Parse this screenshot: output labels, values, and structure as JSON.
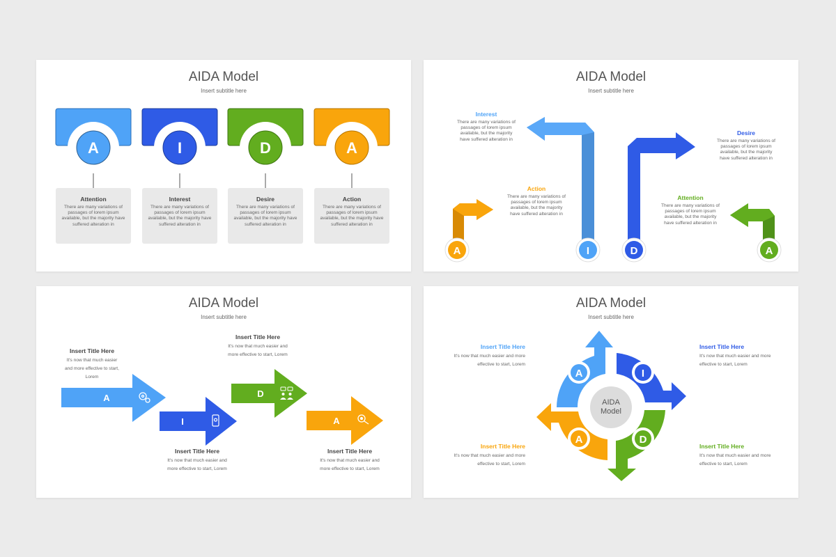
{
  "colors": {
    "light_blue": "#4fa3f7",
    "dark_blue": "#2f5be6",
    "green": "#62ad1f",
    "orange": "#f9a50c",
    "gray_card": "#e9e9e9",
    "text_gray": "#666666"
  },
  "slide1": {
    "title": "AIDA Model",
    "subtitle": "Insert subtitle here",
    "columns": [
      {
        "letter": "A",
        "title": "Attention",
        "body": "There are many variations of passages of lorem ipsum available, but the majority have suffered alteration in"
      },
      {
        "letter": "I",
        "title": "Interest",
        "body": "There are many variations of passages of lorem ipsum available, but the majority have suffered alteration in"
      },
      {
        "letter": "D",
        "title": "Desire",
        "body": "There are many variations of passages of lorem ipsum available, but the majority have suffered alteration in"
      },
      {
        "letter": "A",
        "title": "Action",
        "body": "There are many variations of passages of lorem ipsum available, but the majority have suffered alteration in"
      }
    ]
  },
  "slide2": {
    "title": "AIDA Model",
    "subtitle": "Insert subtitle here",
    "items": {
      "interest": {
        "title": "Interest",
        "body": "There are many variations of passages of lorem ipsum available, but the majority have suffered alteration in"
      },
      "action": {
        "title": "Action",
        "body": "There are many variations of passages of lorem ipsum available, but the majority have suffered alteration in"
      },
      "desire": {
        "title": "Desire",
        "body": "There are many variations of passages of lorem ipsum available, but the majority have suffered alteration in"
      },
      "attention": {
        "title": "Attention",
        "body": "There are many variations of passages of lorem ipsum available, but the majority have suffered alteration in"
      }
    },
    "letters": [
      "A",
      "I",
      "D",
      "A"
    ]
  },
  "slide3": {
    "title": "AIDA Model",
    "subtitle": "Insert subtitle here",
    "arrows": [
      {
        "letter": "A",
        "icon": "gears-icon",
        "title": "Insert Title Here",
        "body": "It's now that much easier and more effective to start, Lorem"
      },
      {
        "letter": "I",
        "icon": "mobile-icon",
        "title": "Insert Title Here",
        "body": "It's now that much easier and more effective to start, Lorem"
      },
      {
        "letter": "D",
        "icon": "people-chat-icon",
        "title": "Insert Title Here",
        "body": "It's now that much easier and more effective to start, Lorem"
      },
      {
        "letter": "A",
        "icon": "key-search-icon",
        "title": "Insert Title Here",
        "body": "It's now that much easier and more effective to start, Lorem"
      }
    ]
  },
  "slide4": {
    "title": "AIDA Model",
    "subtitle": "Insert subtitle here",
    "center_line1": "AIDA",
    "center_line2": "Model",
    "letters": [
      "A",
      "I",
      "D",
      "A"
    ],
    "items": [
      {
        "title": "Insert Title Here",
        "body": "It's now that much easier and more effective to start, Lorem"
      },
      {
        "title": "Insert Title Here",
        "body": "It's now that much easier and more effective to start, Lorem"
      },
      {
        "title": "Insert Title Here",
        "body": "It's now that much easier and more effective to start, Lorem"
      },
      {
        "title": "Insert Title Here",
        "body": "It's now that much easier and more effective to start, Lorem"
      }
    ]
  }
}
